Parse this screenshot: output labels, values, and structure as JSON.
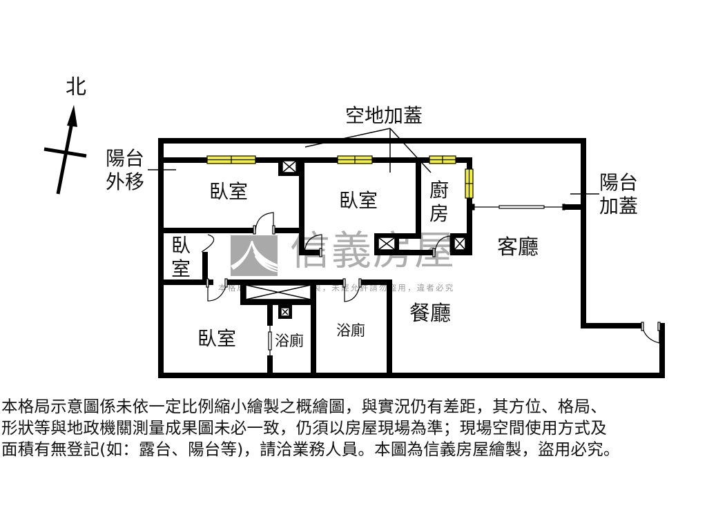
{
  "compass": {
    "north_label": "北"
  },
  "callouts": {
    "balcony_moved_out": [
      "陽台",
      "外移"
    ],
    "vacant_land_addition": "空地加蓋",
    "balcony_addition": [
      "陽台",
      "加蓋"
    ]
  },
  "rooms": {
    "bedroom_nw": "臥室",
    "bedroom_north_center": "臥室",
    "kitchen": [
      "廚",
      "房"
    ],
    "living_room": "客廳",
    "bedroom_small": [
      "臥",
      "室"
    ],
    "dining_room": "餐廳",
    "bedroom_sw": "臥室",
    "bathroom_1": "浴廁",
    "bathroom_2": "浴廁"
  },
  "watermark": {
    "brand": "信義房屋",
    "notice": "本格局圖為信義房屋繪製，未經允許請勿盜用，違者必究"
  },
  "colors": {
    "wall": "#000000",
    "window_fill": "#f2ef3a",
    "watermark_gray": "#a9a9a9",
    "background": "#ffffff"
  },
  "disclaimer": {
    "lines": [
      "本格局示意圖係未依一定比例縮小繪製之概繪圖，與實況仍有差距，其方位、格局、",
      "形狀等與地政機關測量成果圖未必一致，仍須以房屋現場為準；現場空間使用方式及",
      "面積有無登記(如：露台、陽台等)，請洽業務人員。本圖為信義房屋繪製，盜用必究。"
    ]
  }
}
